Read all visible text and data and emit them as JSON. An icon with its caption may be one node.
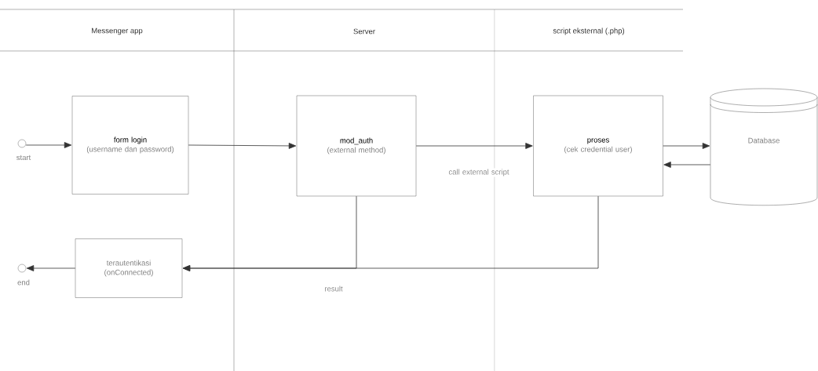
{
  "diagram": {
    "nodes": [
      {
        "text": [],
        "shape": "circle",
        "beside": [
          "start"
        ]
      },
      {
        "text": [
          "form login",
          "(username dan password)"
        ]
      },
      {
        "text": [
          "mod_auth",
          "(external method)"
        ]
      },
      {
        "text": [
          "proses",
          "(cek credential user)"
        ]
      },
      {
        "text": [
          "Database"
        ]
      },
      {
        "text": [
          "terautentikasi (onConnected)"
        ]
      },
      {
        "text": [],
        "shape": "circle",
        "beside": [
          "end"
        ]
      }
    ],
    "edges": [
      {
        "from": 0,
        "to": 1,
        "arrow": "to"
      },
      {
        "from": 1,
        "to": 2,
        "arrow": "to"
      },
      {
        "from": 2,
        "to": 3,
        "arrow": "to",
        "label": "call external script"
      },
      {
        "from": 3,
        "to": 4,
        "arrow": "to"
      },
      {
        "from": 4,
        "to": 3,
        "arrow": "to"
      },
      {
        "from": 2,
        "to": 5,
        "arrow": "to"
      },
      {
        "from": 3,
        "to": 5,
        "arrow": "to",
        "label": "result"
      },
      {
        "from": 5,
        "to": 6,
        "arrow": "to"
      }
    ],
    "labels": [
      "Messenger app",
      "Server",
      "script eksternal (.php)"
    ]
  }
}
